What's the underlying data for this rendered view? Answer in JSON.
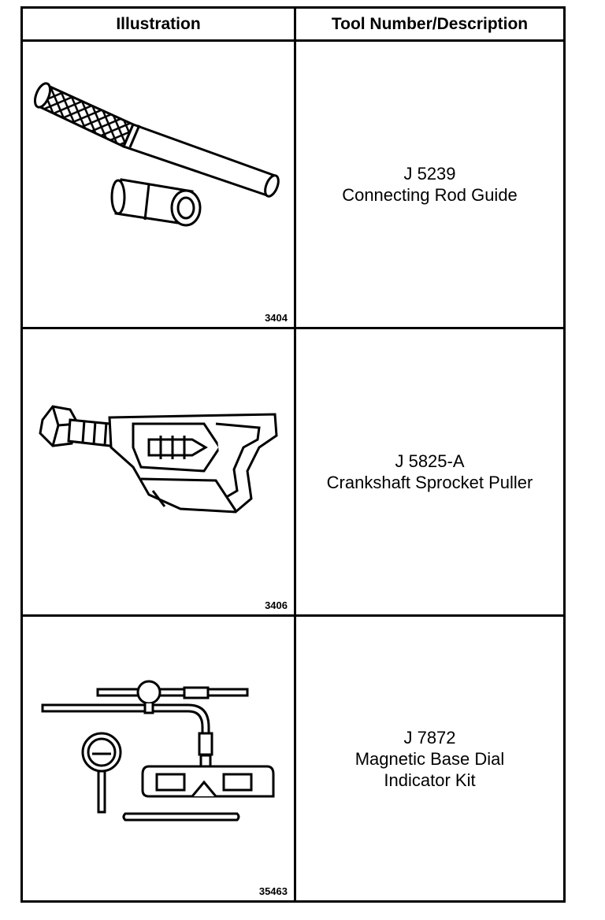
{
  "table": {
    "headers": {
      "illustration": "Illustration",
      "tool": "Tool Number/Description"
    },
    "rows": [
      {
        "figure": "3404",
        "tool_number": "J 5239",
        "description": [
          "Connecting Rod Guide"
        ],
        "icon": "connecting-rod-guide-icon"
      },
      {
        "figure": "3406",
        "tool_number": "J 5825-A",
        "description": [
          "Crankshaft Sprocket Puller"
        ],
        "icon": "sprocket-puller-icon"
      },
      {
        "figure": "35463",
        "tool_number": "J 7872",
        "description": [
          "Magnetic Base Dial",
          "Indicator Kit"
        ],
        "icon": "dial-indicator-kit-icon"
      }
    ]
  }
}
